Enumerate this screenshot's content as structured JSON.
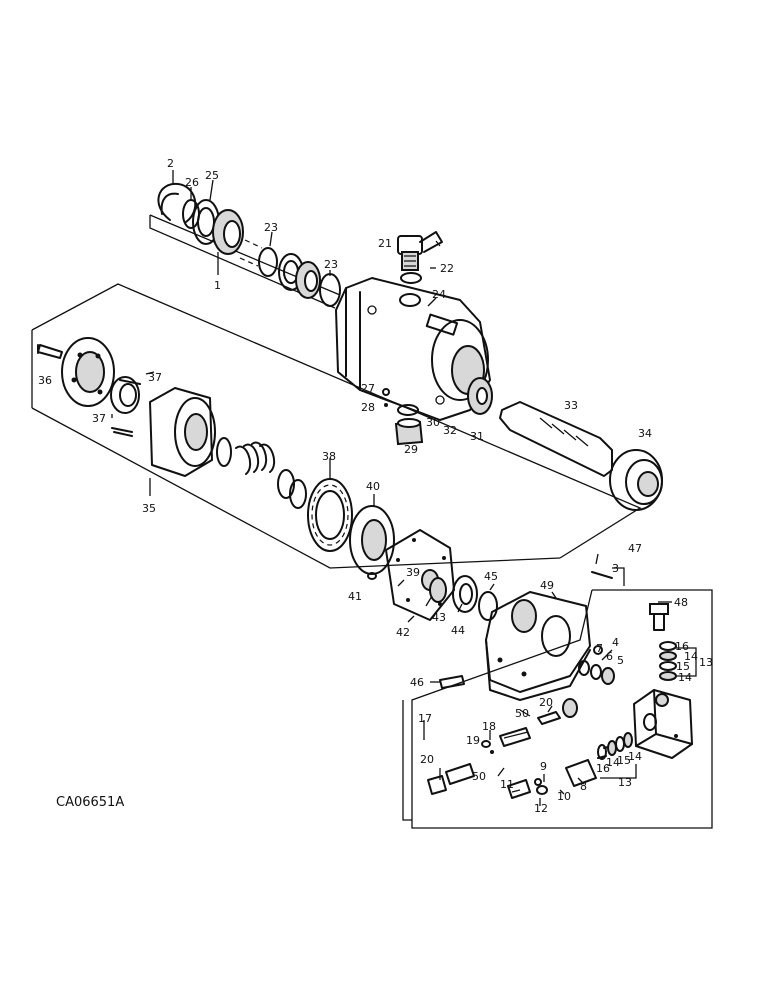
{
  "figure_code": "CA06651A",
  "part_numbers": [
    "1",
    "2",
    "3",
    "4",
    "5",
    "6",
    "7",
    "8",
    "9",
    "10",
    "11",
    "12",
    "13",
    "14",
    "15",
    "16",
    "17",
    "18",
    "19",
    "20",
    "21",
    "22",
    "23",
    "24",
    "25",
    "26",
    "27",
    "28",
    "29",
    "30",
    "31",
    "32",
    "33",
    "34",
    "35",
    "36",
    "37",
    "38",
    "39",
    "40",
    "41",
    "42",
    "43",
    "44",
    "45",
    "46",
    "47",
    "48",
    "49",
    "50"
  ],
  "callouts": {
    "c2": "2",
    "c26": "26",
    "c25": "25",
    "c23a": "23",
    "c23b": "23",
    "c1": "1",
    "c21": "21",
    "c22": "22",
    "c24": "24",
    "c36": "36",
    "c37a": "37",
    "c37b": "37",
    "c27": "27",
    "c28": "28",
    "c30": "30",
    "c32": "32",
    "c31": "31",
    "c33": "33",
    "c29": "29",
    "c34": "34",
    "c38": "38",
    "c35": "35",
    "c40": "40",
    "c47": "47",
    "c3": "3",
    "c39": "39",
    "c45": "45",
    "c49": "49",
    "c48": "48",
    "c41": "41",
    "c43": "43",
    "c44": "44",
    "c42": "42",
    "c16": "16",
    "c14a": "14",
    "c15": "15",
    "c14b": "14",
    "c13a": "13",
    "c4": "4",
    "c7": "7",
    "c6": "6",
    "c5": "5",
    "c46": "46",
    "c17": "17",
    "c20a": "20",
    "c50a": "50",
    "c18": "18",
    "c19": "19",
    "c20b": "20",
    "c50b": "50",
    "c9": "9",
    "c11": "11",
    "c8": "8",
    "c10": "10",
    "c12": "12",
    "c16b": "16",
    "c14c": "14",
    "c15b": "15",
    "c14d": "14",
    "c13b": "13"
  }
}
